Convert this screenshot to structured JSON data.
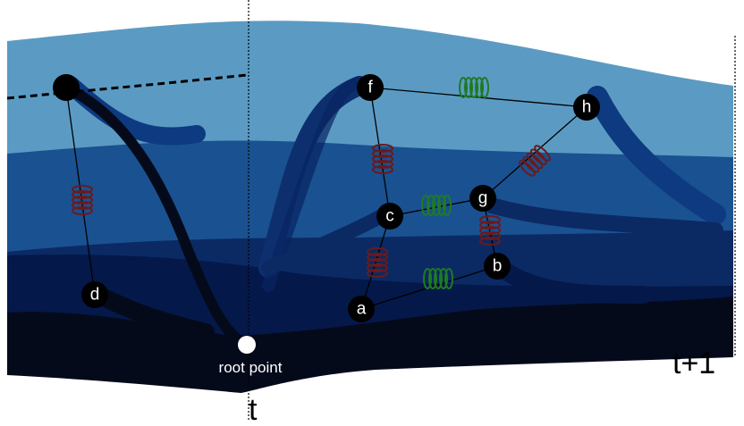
{
  "diagram": {
    "nodes": [
      {
        "id": "f",
        "label": "f"
      },
      {
        "id": "h",
        "label": "h"
      },
      {
        "id": "c",
        "label": "c"
      },
      {
        "id": "g",
        "label": "g"
      },
      {
        "id": "b",
        "label": "b"
      },
      {
        "id": "a",
        "label": "a"
      },
      {
        "id": "d",
        "label": "d"
      }
    ],
    "root_label": "root point",
    "time_t": "t",
    "time_t1": "t+1",
    "colors": {
      "band_light": "#5b9bc3",
      "band_mid": "#1a5191",
      "band_dark": "#0b2a63",
      "band_navy": "#04184a",
      "band_black": "#050a1a",
      "stem_dark": "#0d2f6e",
      "spring_red": "#6b1a1a",
      "spring_green": "#1e7a22",
      "node_fill": "#000000"
    }
  }
}
